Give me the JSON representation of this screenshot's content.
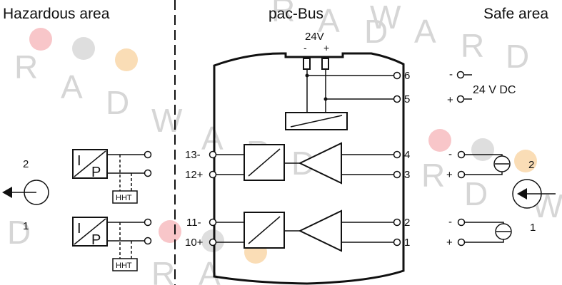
{
  "headers": {
    "hazardous": "Hazardous area",
    "bus": "pac-Bus",
    "safe": "Safe area"
  },
  "power": {
    "voltage": "24V",
    "minus": "-",
    "plus": "+",
    "dc_label": "24 V DC",
    "dc_minus": "-",
    "dc_plus": "+"
  },
  "terminals": {
    "left": [
      "13-",
      "12+",
      "11-",
      "10+"
    ],
    "right": [
      "6",
      "5",
      "4",
      "3",
      "2",
      "1"
    ]
  },
  "hazardous_side": {
    "device_label_top": "2",
    "device_label_bottom": "1",
    "transmitter_letters": [
      "I",
      "P"
    ],
    "hht_label": "HHT"
  },
  "safe_side": {
    "channel_top": {
      "minus": "-",
      "plus": "+"
    },
    "channel_bottom": {
      "minus": "-",
      "plus": "+"
    },
    "device_label_top": "2",
    "device_label_bottom": "1"
  },
  "watermark": {
    "letters": [
      "R",
      "A",
      "D",
      "W",
      "A",
      "R",
      "D"
    ],
    "colors": [
      "#f4a3a8",
      "#c9c9c9",
      "#f7c98a"
    ]
  }
}
